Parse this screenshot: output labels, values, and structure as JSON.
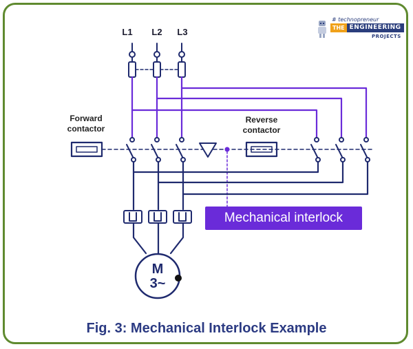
{
  "logo": {
    "tagline": "# technopreneur",
    "the": "THE",
    "engineering": "ENGINEERING",
    "projects": "PROJECTS"
  },
  "diagram": {
    "line_labels": [
      "L1",
      "L2",
      "L3"
    ],
    "forward_label_1": "Forward",
    "forward_label_2": "contactor",
    "reverse_label_1": "Reverse",
    "reverse_label_2": "contactor",
    "interlock_callout": "Mechanical interlock",
    "motor_letter": "M",
    "motor_phase": "3~"
  },
  "caption": "Fig. 3: Mechanical Interlock Example",
  "colors": {
    "frame": "#5f8a2f",
    "wire_navy": "#1f2a6e",
    "wire_purple": "#6a2bd9",
    "caption": "#2b3a82"
  }
}
